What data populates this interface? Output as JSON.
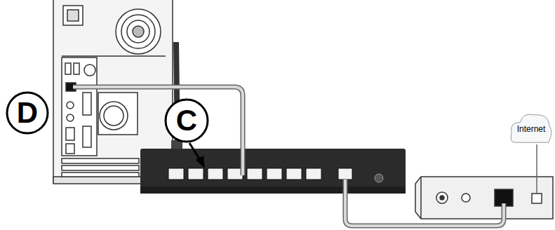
{
  "diagram": {
    "nodes": [
      {
        "text": [
          "D"
        ]
      },
      {
        "text": [
          "C"
        ]
      },
      {
        "text": [
          "Internet"
        ]
      }
    ]
  }
}
